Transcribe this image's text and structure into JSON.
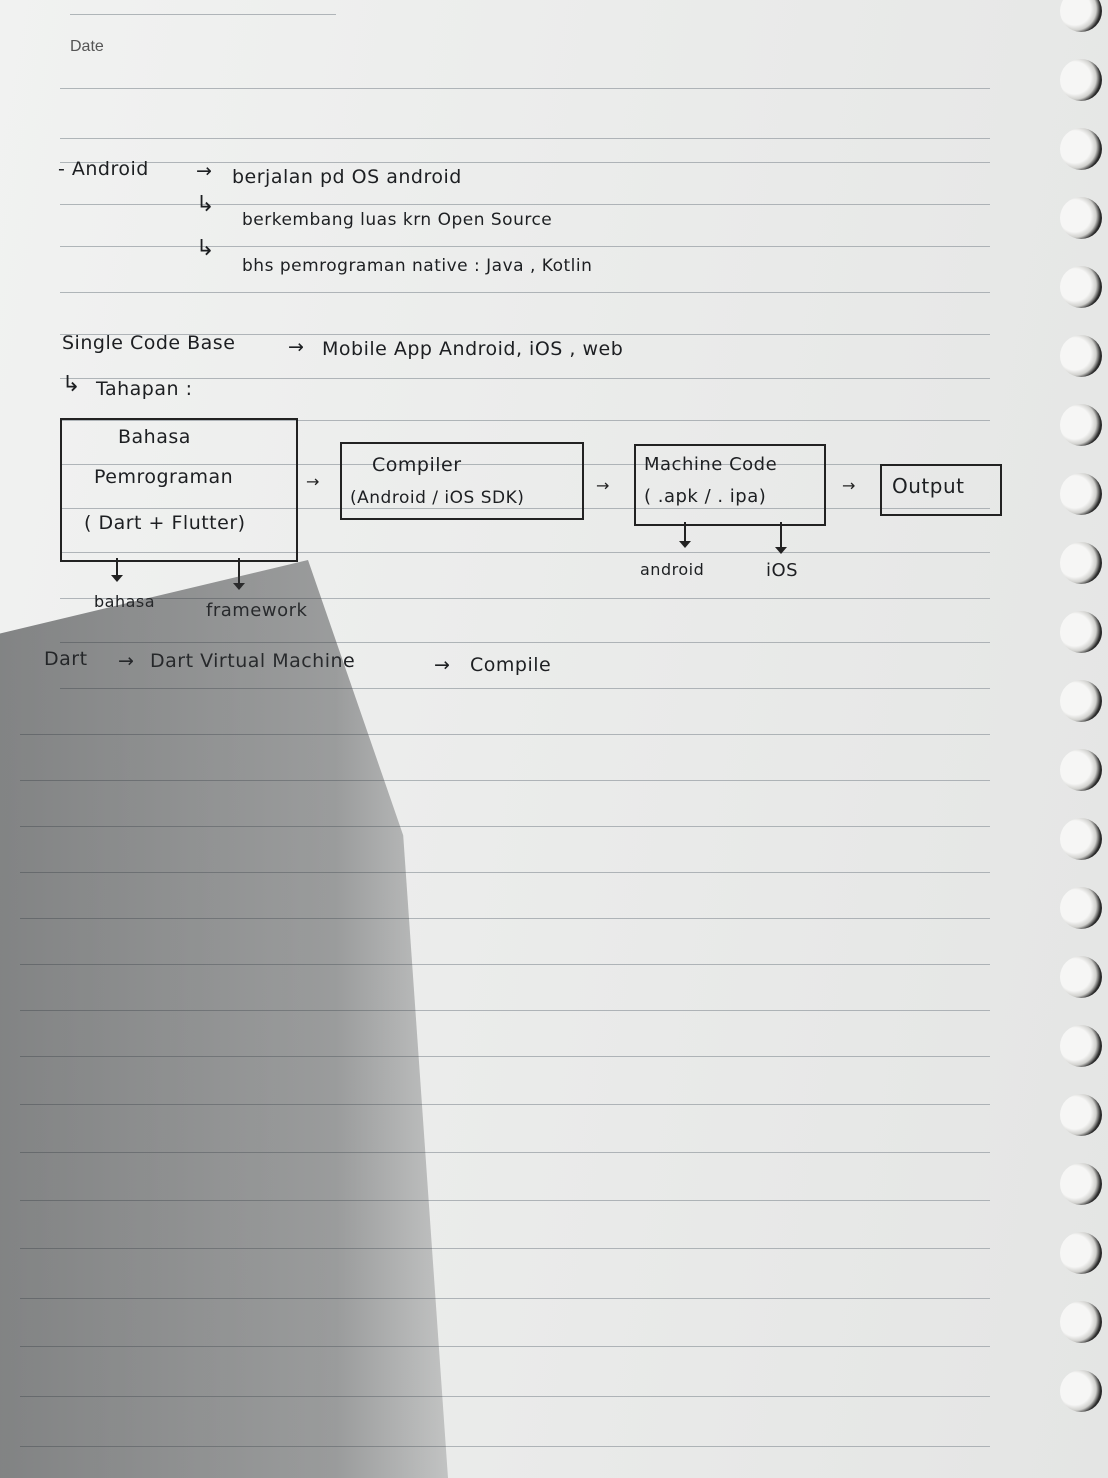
{
  "header": {
    "date_label": "Date"
  },
  "notes": {
    "android_title": "- Android",
    "android_arrow": "→",
    "android_point_1": "berjalan pd OS android",
    "android_point_2": "berkembang luas krn Open Source",
    "android_point_3": "bhs pemrograman native : Java , Kotlin",
    "single_code_base": "Single Code Base",
    "single_code_targets": "Mobile App Android, iOS , web",
    "tahapan": "Tahapan :"
  },
  "diagram": {
    "box1_line1": "Bahasa",
    "box1_line2": "Pemrograman",
    "box1_line3": "( Dart + Flutter)",
    "box2_line1": "Compiler",
    "box2_line2": "(Android / iOS SDK)",
    "box3_line1": "Machine Code",
    "box3_line2": "( .apk / . ipa)",
    "box4_line1": "Output",
    "label_bahasa": "bahasa",
    "label_framework": "framework",
    "label_android": "android",
    "label_ios": "iOS",
    "arrow_symbol": "→"
  },
  "footer_line": {
    "part1": "Dart",
    "part2": "Dart Virtual Machine",
    "part3": "Compile"
  }
}
